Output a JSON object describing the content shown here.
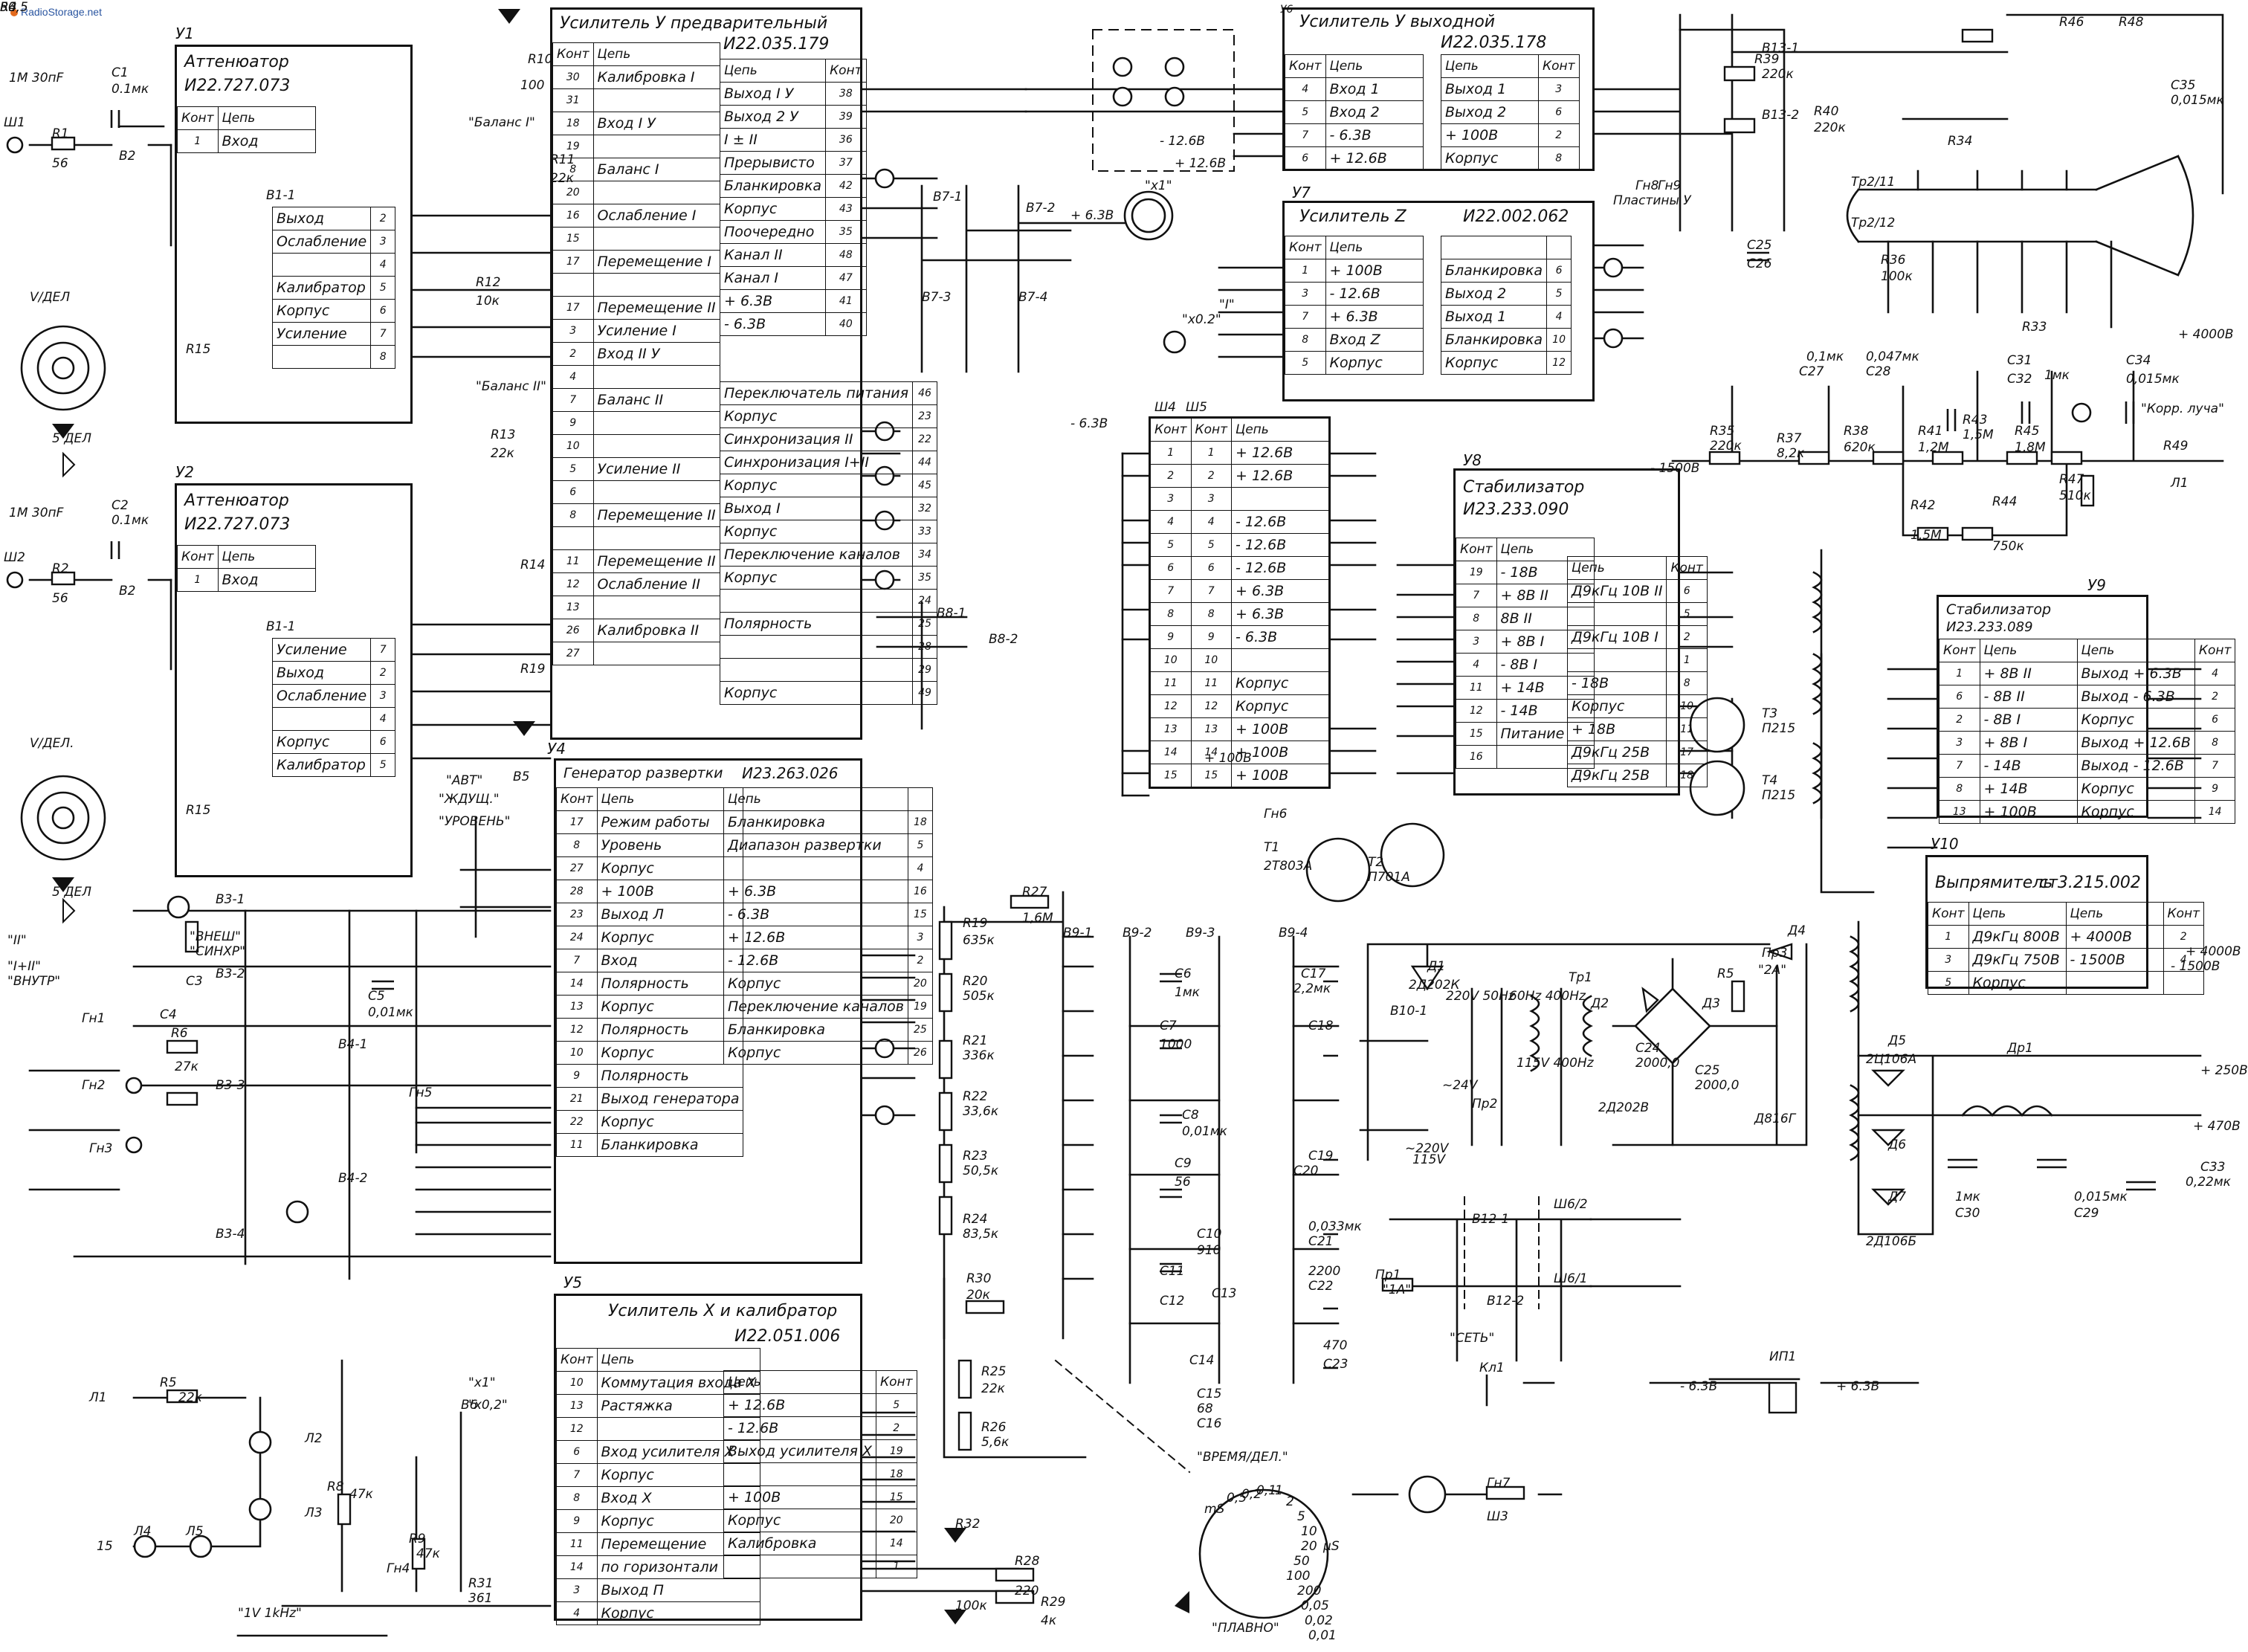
{
  "watermark": "RadioStorage.net",
  "colors": {
    "ink": "#111111",
    "paper": "#ffffff",
    "watermark": "#2a55a0",
    "watermark_dot": "#e36a1d"
  },
  "blocks": {
    "u1": {
      "ref": "У1",
      "title": "Аттенюатор",
      "code": "И22.727.073",
      "hdr": [
        "Конт",
        "Цепь"
      ],
      "rows": [
        [
          "1",
          "Вход"
        ]
      ],
      "switch": "В1-1",
      "pins": [
        [
          "Выход",
          "2"
        ],
        [
          "Ослабление",
          "3"
        ],
        [
          "",
          "4"
        ],
        [
          "Калибратор",
          "5"
        ],
        [
          "Корпус",
          "6"
        ],
        [
          "Усиление",
          "7"
        ],
        [
          "",
          "8"
        ]
      ]
    },
    "u2": {
      "ref": "У2",
      "title": "Аттенюатор",
      "code": "И22.727.073",
      "hdr": [
        "Конт",
        "Цепь"
      ],
      "rows": [
        [
          "1",
          "Вход"
        ]
      ],
      "switch": "В1-1",
      "pins": [
        [
          "Усиление",
          "7"
        ],
        [
          "Выход",
          "2"
        ],
        [
          "Ослабление",
          "3"
        ],
        [
          "",
          "4"
        ],
        [
          "Корпус",
          "6"
        ],
        [
          "Калибратор",
          "5"
        ]
      ]
    },
    "u3": {
      "title": "Усилитель У предварительный",
      "code": "И22.035.179",
      "left_hdr": [
        "Конт",
        "Цепь"
      ],
      "left": [
        [
          "30",
          "Калибровка I"
        ],
        [
          "31",
          ""
        ],
        [
          "18",
          "Вход I У"
        ],
        [
          "19",
          ""
        ],
        [
          "8",
          "Баланс I"
        ],
        [
          "20",
          ""
        ],
        [
          "16",
          "Ослабление I"
        ],
        [
          "15",
          ""
        ],
        [
          "17",
          "Перемещение I"
        ],
        [
          "",
          ""
        ],
        [
          "17",
          "Перемещение II"
        ],
        [
          "3",
          "Усиление I"
        ],
        [
          "2",
          "Вход II У"
        ],
        [
          "4",
          ""
        ],
        [
          "7",
          "Баланс II"
        ],
        [
          "9",
          ""
        ],
        [
          "10",
          ""
        ],
        [
          "5",
          "Усиление II"
        ],
        [
          "6",
          ""
        ],
        [
          "8",
          "Перемещение II"
        ],
        [
          "",
          ""
        ],
        [
          "11",
          "Перемещение II"
        ],
        [
          "12",
          "Ослабление II"
        ],
        [
          "13",
          ""
        ],
        [
          "26",
          "Калибровка II"
        ],
        [
          "27",
          ""
        ]
      ],
      "right_hdr": [
        "Цепь",
        "Конт"
      ],
      "right": [
        [
          "Выход I У",
          "38"
        ],
        [
          "Выход 2 У",
          "39"
        ],
        [
          "I ± II",
          "36"
        ],
        [
          "Прерывисто",
          "37"
        ],
        [
          "Бланкировка",
          "42"
        ],
        [
          "Корпус",
          "43"
        ],
        [
          "Поочередно",
          "35"
        ],
        [
          "Канал II",
          "48"
        ],
        [
          "Канал I",
          "47"
        ],
        [
          "+ 6.3В",
          "41"
        ],
        [
          "- 6.3В",
          "40"
        ]
      ],
      "right2": [
        [
          "Переключатель питания",
          "46"
        ],
        [
          "Корпус",
          "23"
        ],
        [
          "Синхронизация II",
          "22"
        ],
        [
          "Синхронизация I+II",
          "44"
        ],
        [
          "Корпус",
          "45"
        ],
        [
          "Выход I",
          "32"
        ],
        [
          "Корпус",
          "33"
        ],
        [
          "Переключение каналов",
          "34"
        ],
        [
          "Корпус",
          "35"
        ],
        [
          "",
          "24"
        ],
        [
          "Полярность",
          "25"
        ],
        [
          "",
          "28"
        ],
        [
          "",
          "29"
        ],
        [
          "Корпус",
          "49"
        ]
      ]
    },
    "u4": {
      "ref": "У4",
      "title": "Генератор развертки",
      "code": "И23.263.026",
      "left_hdr": [
        "Конт",
        "Цепь"
      ],
      "left": [
        [
          "17",
          "Режим работы"
        ],
        [
          "8",
          "Уровень"
        ],
        [
          "27",
          "Корпус"
        ],
        [
          "28",
          "+ 100В"
        ],
        [
          "23",
          "Выход Л"
        ],
        [
          "24",
          "Корпус"
        ],
        [
          "7",
          "Вход"
        ],
        [
          "14",
          "Полярность"
        ],
        [
          "13",
          "Корпус"
        ],
        [
          "12",
          "Полярность"
        ],
        [
          "10",
          "Корпус"
        ],
        [
          "9",
          "Полярность"
        ],
        [
          "21",
          "Выход генератора"
        ],
        [
          "22",
          "Корпус"
        ],
        [
          "11",
          "Бланкировка"
        ]
      ],
      "right_hdr": [
        "Цепь",
        ""
      ],
      "right": [
        [
          "Бланкировка",
          "18"
        ],
        [
          "Диапазон развертки",
          "5"
        ],
        [
          "",
          "4"
        ],
        [
          "+ 6.3В",
          "16"
        ],
        [
          "- 6.3В",
          "15"
        ],
        [
          "+ 12.6В",
          "3"
        ],
        [
          "- 12.6В",
          "2"
        ],
        [
          "Корпус",
          "20"
        ],
        [
          "Переключение каналов",
          "19"
        ],
        [
          "Бланкировка",
          "25"
        ],
        [
          "Корпус",
          "26"
        ]
      ]
    },
    "u5": {
      "ref": "У5",
      "title": "Усилитель Х и калибратор",
      "code": "И22.051.006",
      "left_hdr": [
        "Конт",
        "Цепь"
      ],
      "left": [
        [
          "10",
          "Коммутация входа Х"
        ],
        [
          "13",
          "Растяжка"
        ],
        [
          "12",
          ""
        ],
        [
          "6",
          "Вход усилителя Х"
        ],
        [
          "7",
          "Корпус"
        ],
        [
          "8",
          "Вход Х"
        ],
        [
          "9",
          "Корпус"
        ],
        [
          "11",
          "Перемещение"
        ],
        [
          "14",
          "по горизонтали"
        ],
        [
          "3",
          "Выход П"
        ],
        [
          "4",
          "Корпус"
        ]
      ],
      "right_hdr": [
        "Цепь",
        "Конт"
      ],
      "right": [
        [
          "+ 12.6В",
          "5"
        ],
        [
          "- 12.6В",
          "2"
        ],
        [
          "Выход усилителя Х",
          "19"
        ],
        [
          "",
          "18"
        ],
        [
          "+ 100В",
          "15"
        ],
        [
          "Корпус",
          "20"
        ],
        [
          "Калибровка",
          "14"
        ],
        [
          "",
          "1"
        ]
      ]
    },
    "u6": {
      "ref": "У6",
      "title": "Усилитель У выходной",
      "code": "И22.035.178",
      "left_hdr": [
        "Конт",
        "Цепь"
      ],
      "left": [
        [
          "4",
          "Вход 1"
        ],
        [
          "5",
          "Вход 2"
        ],
        [
          "7",
          "- 6.3В"
        ],
        [
          "6",
          "+ 12.6В"
        ]
      ],
      "right_hdr": [
        "Цепь",
        "Конт"
      ],
      "right": [
        [
          "Выход 1",
          "3"
        ],
        [
          "Выход 2",
          "6"
        ],
        [
          "+ 100В",
          "2"
        ],
        [
          "Корпус",
          "8"
        ]
      ]
    },
    "u7": {
      "ref": "У7",
      "title": "Усилитель Z",
      "code": "И22.002.062",
      "left_hdr": [
        "Конт",
        "Цепь"
      ],
      "left": [
        [
          "1",
          "+ 100В"
        ],
        [
          "3",
          "- 12.6В"
        ],
        [
          "7",
          "+ 6.3В"
        ],
        [
          "8",
          "Вход Z"
        ],
        [
          "5",
          "Корпус"
        ]
      ],
      "right_hdr": [
        "",
        ""
      ],
      "right": [
        [
          "Бланкировка",
          "6"
        ],
        [
          "Выход 2",
          "5"
        ],
        [
          "Выход 1",
          "4"
        ],
        [
          "Бланкировка",
          "10"
        ],
        [
          "Корпус",
          "12"
        ]
      ]
    },
    "w4w5": {
      "hdr": [
        "Конт",
        "Конт",
        "Цепь"
      ],
      "rows": [
        [
          "1",
          "1",
          "+ 12.6В"
        ],
        [
          "2",
          "2",
          "+ 12.6В"
        ],
        [
          "3",
          "3",
          ""
        ],
        [
          "4",
          "4",
          "- 12.6В"
        ],
        [
          "5",
          "5",
          "- 12.6В"
        ],
        [
          "6",
          "6",
          "- 12.6В"
        ],
        [
          "7",
          "7",
          "+ 6.3В"
        ],
        [
          "8",
          "8",
          "+ 6.3В"
        ],
        [
          "9",
          "9",
          "- 6.3В"
        ],
        [
          "10",
          "10",
          ""
        ],
        [
          "11",
          "11",
          "Корпус"
        ],
        [
          "12",
          "12",
          "Корпус"
        ],
        [
          "13",
          "13",
          "+ 100В"
        ],
        [
          "14",
          "14",
          "+ 100В"
        ],
        [
          "15",
          "15",
          "+ 100В"
        ]
      ],
      "labels": [
        "Ш4",
        "Ш5"
      ]
    },
    "u8": {
      "ref": "У8",
      "title": "Стабилизатор",
      "code": "И23.233.090",
      "left_hdr": [
        "Конт",
        "Цепь"
      ],
      "left": [
        [
          "19",
          "- 18В"
        ],
        [
          "7",
          "+ 8В II"
        ],
        [
          "8",
          "8В II"
        ],
        [
          "3",
          "+ 8В I"
        ],
        [
          "4",
          "- 8В I"
        ],
        [
          "11",
          "+ 14В"
        ],
        [
          "12",
          "- 14В"
        ],
        [
          "15",
          "Питание"
        ],
        [
          "16",
          ""
        ]
      ],
      "right_hdr": [
        "Цепь",
        "Конт"
      ],
      "right": [
        [
          "Д9кГц 10В II",
          "6"
        ],
        [
          "",
          "5"
        ],
        [
          "Д9кГц 10В I",
          "2"
        ],
        [
          "",
          "1"
        ],
        [
          "- 18В",
          "8"
        ],
        [
          "Корпус",
          "10"
        ],
        [
          "+ 18В",
          "11"
        ],
        [
          "Д9кГц 25В",
          "17"
        ],
        [
          "Д9кГц 25В",
          "18"
        ]
      ]
    },
    "u9": {
      "ref": "У9",
      "title": "Стабилизатор",
      "code": "И23.233.089",
      "hdr": [
        "Конт",
        "Цепь",
        "Цепь",
        "Конт"
      ],
      "rows": [
        [
          "1",
          "+ 8В II",
          "Выход + 6.3В",
          "4"
        ],
        [
          "6",
          "- 8В II",
          "Выход - 6.3В",
          "2"
        ],
        [
          "2",
          "- 8В I",
          "Корпус",
          "6"
        ],
        [
          "3",
          "+ 8В I",
          "Выход + 12.6В",
          "8"
        ],
        [
          "7",
          "- 14В",
          "Выход - 12.6В",
          "7"
        ],
        [
          "8",
          "+ 14В",
          "Корпус",
          "9"
        ],
        [
          "13",
          "+ 100В",
          "Корпус",
          "14"
        ]
      ]
    },
    "u10": {
      "ref": "У10",
      "title": "Выпрямитель",
      "code": "ст3.215.002",
      "hdr": [
        "Конт",
        "Цепь",
        "Цепь",
        "Конт"
      ],
      "rows": [
        [
          "1",
          "Д9кГц 800В",
          "+ 4000В",
          "2"
        ],
        [
          "3",
          "Д9кГц 750В",
          "- 1500В",
          "4"
        ],
        [
          "5",
          "Корпус",
          "",
          ""
        ]
      ]
    }
  },
  "labels": {
    "inputs": [
      "1М 30пF",
      "1М 30пF",
      "Ш1",
      "Ш2",
      "R1",
      "56",
      "R2",
      "56",
      "C1",
      "0.1мк",
      "C2",
      "0.1мк",
      "В2",
      "В2"
    ],
    "attenuator_ui": [
      "V/ДЕЛ",
      "V/ДЕЛ.",
      "5 ДЕЛ",
      "5 ДЕЛ",
      "R15",
      "R15"
    ],
    "controls": [
      "\"Баланс I\"",
      "\"Баланс II\"",
      "R10",
      "100",
      "R11",
      "22к",
      "R12",
      "10к",
      "R13",
      "22к",
      "R14",
      "R19",
      "\"АВТ\"",
      "\"ЖДУЩ.\"",
      "\"УРОВЕНЬ\"",
      "В5"
    ],
    "sweep": [
      "R19",
      "635к",
      "R20",
      "505к",
      "R21",
      "336к",
      "R22",
      "33,6к",
      "R23",
      "50,5к",
      "R24",
      "83,5к",
      "R27",
      "1,6М",
      "R30",
      "20к",
      "R25",
      "22к",
      "R26",
      "5,6к",
      "R28",
      "220",
      "R29",
      "4к"
    ],
    "switches": [
      "В3-1",
      "В3-2",
      "В3-3",
      "В3-4",
      "В4-1",
      "В4-2",
      "В6",
      "В7-1",
      "В7-2",
      "В7-3",
      "В7-4",
      "В8-1",
      "В8-2",
      "В9-1",
      "В9-2",
      "В9-3",
      "В9-4",
      "В10-1",
      "В12-1",
      "В12-2",
      "В13-1",
      "В13-2"
    ],
    "caps": [
      "C3",
      "C4",
      "C5",
      "0,01мк",
      "C6",
      "1мк",
      "C7",
      "1000",
      "C8",
      "0,01мк",
      "C9",
      "56",
      "C10",
      "910",
      "C11",
      "C12",
      "C13",
      "C14",
      "C15",
      "68",
      "C16",
      "C17",
      "2,2мк",
      "C18",
      "C19",
      "C20",
      "0,033мк",
      "C21",
      "2200",
      "C22",
      "470",
      "C23",
      "15",
      "C25",
      "C26",
      "0,1мк",
      "C27",
      "0,047мк",
      "C28",
      "0,015мк",
      "C29",
      "1мк",
      "C30",
      "C31",
      "C32",
      "1мк",
      "C33",
      "0,22мк",
      "C34",
      "0,015мк",
      "C35",
      "0,015мк"
    ],
    "crt": [
      "Тр2/11",
      "Тр2/12",
      "Пластины У",
      "Гн8",
      "Гн9",
      "R33",
      "R34",
      "R36",
      "100к",
      "R39",
      "220к",
      "R40",
      "220к",
      "R46",
      "R47",
      "510к",
      "R48",
      "Л1"
    ],
    "power": [
      "Д1",
      "2Д202К",
      "Тр1",
      "Д2",
      "Д3",
      "Д4",
      "Д5",
      "Д6",
      "Д7",
      "2Ц106А",
      "2Д106Б",
      "2Д202В",
      "Д816Г",
      "Пр1",
      "Пр2",
      "Пр3",
      "\"2А\"",
      "\"1А\"",
      "~220V",
      "115V",
      "~24V",
      "60Hz 400Hz",
      "220V 50Hz",
      "115V 400Hz",
      "R5",
      "C24",
      "2000,0",
      "C25",
      "2000,0",
      "Др1",
      "Т1",
      "2Т803А",
      "Т2",
      "П701А",
      "Т3",
      "П215",
      "Т4",
      "П215",
      "\"СЕТЬ\"",
      "Кл1",
      "ИП1",
      "- 6.3В",
      "+ 6.3В",
      "Ш6/1",
      "Ш6/2"
    ],
    "focus": [
      "R35",
      "220к",
      "R37",
      "8,2к",
      "R38",
      "620к",
      "R41",
      "1,2М",
      "R42",
      "1,5М",
      "R43",
      "1,5М",
      "R44",
      "750к",
      "R45",
      "1,8М",
      "- 1500В",
      "\"Корр. луча\"",
      "R49"
    ],
    "rails": [
      "- 12.6В",
      "+ 12.6В",
      "+ 6.3В",
      "- 6.3В",
      "+ 100В",
      "+ 4000В",
      "+ 250В",
      "+ 4000В",
      "- 1500В",
      "+ 470В"
    ],
    "timebase": [
      "\"ВРЕМЯ/ДЕЛ.\"",
      "mS",
      "μS",
      "\"ПЛАВНО\"",
      "0,5",
      "0,2",
      "0,1",
      "1",
      "2",
      "5",
      "10",
      "20",
      "50",
      "100",
      "200",
      "0,05",
      "0,02",
      "0,01"
    ],
    "misc": [
      "Л2",
      "Л3",
      "Л4",
      "Л5",
      "Л1",
      "R5",
      "22к",
      "R8",
      "47к",
      "R9",
      "47к",
      "R31",
      "361",
      "\"x1\"",
      "\"x0,2\"",
      "\"1V 1kHz\"",
      "Гн1",
      "Гн2",
      "Гн3",
      "Гн4",
      "Гн5",
      "Гн6",
      "Гн7",
      "Ш3",
      "R32",
      "100к",
      "\"x0.2\"",
      "\"x1\"",
      "\"I\"",
      "\"II\"",
      "\"I+II\"",
      "\"ВНУТР\"",
      "\"ВНЕШ\"",
      "\"СИНХР\"",
      "R6",
      "27к",
      "R4",
      "R3",
      "50,5"
    ]
  }
}
